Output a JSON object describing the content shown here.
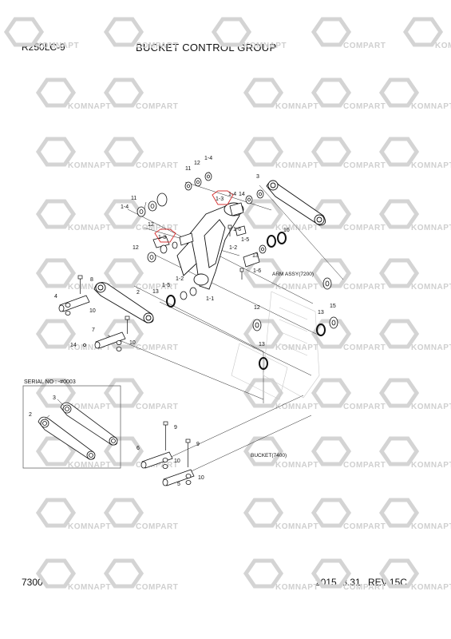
{
  "header": {
    "model": "R250LC-9",
    "title": "BUCKET CONTROL GROUP"
  },
  "footer": {
    "page_number": "7300",
    "date": "2015. 3.31",
    "revision": "REV.15C"
  },
  "watermark": {
    "brand_ru": "KOMNAPT",
    "brand_en": "COMPART"
  },
  "inset": {
    "serial_label": "SERIAL NO : -#0003"
  },
  "callouts": {
    "arm_assy": "ARM ASSY(7200)",
    "bucket": "BUCKET(7400)",
    "highlight_a": "1-3",
    "highlight_b": "1-3"
  },
  "labels": {
    "l1_4a": "1-4",
    "l12a": "12",
    "l11a": "11",
    "l11b": "11",
    "l1_4b": "1-4",
    "l3": "3",
    "l1_4c": "1-4",
    "l14_top": "14",
    "l1_6a": "1-6",
    "l16": "16",
    "l12b": "12",
    "l1_5a": "1-5",
    "l1_2a": "1-2",
    "l13a": "13",
    "l1_6b": "1-6",
    "l12c": "12",
    "l8": "8",
    "l4": "4",
    "l10a": "10",
    "l2": "2",
    "l1_5b": "1-5",
    "l1_2b": "1-2",
    "l13b": "13",
    "l1_1": "1-1",
    "l7": "7",
    "l14": "14",
    "l10b": "10",
    "l12d": "12",
    "l13c": "13",
    "l15": "15",
    "l13d": "13",
    "in_3": "3",
    "in_2": "2",
    "l9a": "9",
    "l6": "6",
    "l9b": "9",
    "l10c": "10",
    "l5": "5",
    "l10d": "10"
  },
  "colors": {
    "highlight": "#d83a3a",
    "line": "#111111",
    "watermark": "#d4d4d4"
  }
}
